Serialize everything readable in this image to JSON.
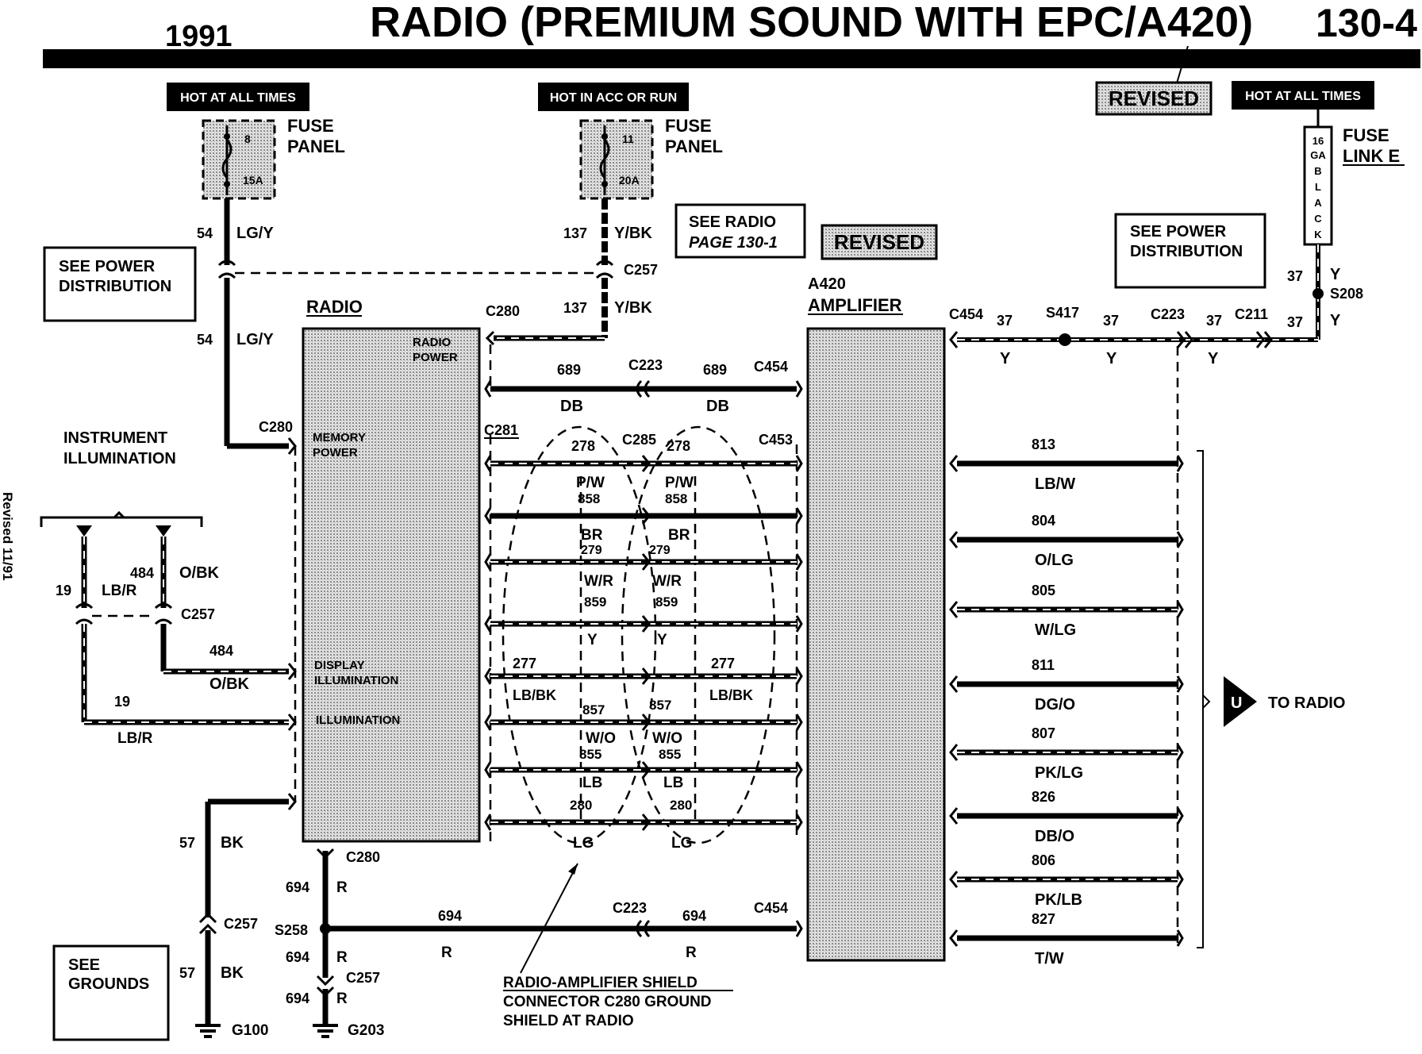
{
  "header": {
    "year": "1991",
    "title": "RADIO (PREMIUM SOUND WITH EPC/A420)",
    "page": "130-4",
    "revised_tag": "REVISED",
    "revised_tag_2": "REVISED",
    "side_note": "Revised 11/91"
  },
  "power": {
    "hot_all_times_1": "HOT AT ALL TIMES",
    "hot_acc_run": "HOT IN ACC OR RUN",
    "hot_all_times_2": "HOT AT ALL TIMES",
    "fuse1_num": "8",
    "fuse1_amp": "15A",
    "fuse2_num": "11",
    "fuse2_amp": "20A",
    "fuse_panel_1": "FUSE",
    "fuse_panel_2": "PANEL",
    "fuse_link_1": "FUSE",
    "fuse_link_2": "LINK E",
    "fuse_link_gauge": [
      "16",
      "GA",
      "B",
      "L",
      "A",
      "C",
      "K"
    ]
  },
  "boxes": {
    "see_power_dist_1a": "SEE POWER",
    "see_power_dist_1b": "DISTRIBUTION",
    "see_radio_a": "SEE RADIO",
    "see_radio_b": "PAGE 130-1",
    "see_power_dist_2a": "SEE POWER",
    "see_power_dist_2b": "DISTRIBUTION",
    "see_grounds_a": "SEE",
    "see_grounds_b": "GROUNDS"
  },
  "components": {
    "radio": "RADIO",
    "radio_power_a": "RADIO",
    "radio_power_b": "POWER",
    "memory_power_a": "MEMORY",
    "memory_power_b": "POWER",
    "display_illum_a": "DISPLAY",
    "display_illum_b": "ILLUMINATION",
    "illumination": "ILLUMINATION",
    "amp_a": "A420",
    "amp_b": "AMPLIFIER",
    "instr_illum_a": "INSTRUMENT",
    "instr_illum_b": "ILLUMINATION",
    "to_radio": "TO RADIO",
    "to_radio_marker": "U",
    "shield_a": "RADIO-AMPLIFIER SHIELD",
    "shield_b": "CONNECTOR C280 GROUND",
    "shield_c": "SHIELD AT RADIO"
  },
  "connectors": {
    "c257": "C257",
    "c280": "C280",
    "c223": "C223",
    "c454": "C454",
    "c281": "C281",
    "c285": "C285",
    "c453": "C453",
    "c211": "C211",
    "s417": "S417",
    "s208": "S208",
    "s258": "S258",
    "g100": "G100",
    "g203": "G203"
  },
  "wires": {
    "w54": "54",
    "lgy": "LG/Y",
    "w137": "137",
    "ybk": "Y/BK",
    "w37": "37",
    "y": "Y",
    "w689": "689",
    "db": "DB",
    "w278": "278",
    "pw": "P/W",
    "w858": "858",
    "br": "BR",
    "w279": "279",
    "wr": "W/R",
    "w859": "859",
    "w277": "277",
    "lbbk": "LB/BK",
    "w857": "857",
    "wo": "W/O",
    "w855": "855",
    "lb": "LB",
    "w280": "280",
    "lg": "LG",
    "w19": "19",
    "lbr": "LB/R",
    "w484": "484",
    "obk": "O/BK",
    "w57": "57",
    "bk": "BK",
    "w694": "694",
    "r": "R"
  },
  "speaker_wires": [
    {
      "num": "813",
      "color": "LB/W"
    },
    {
      "num": "804",
      "color": "O/LG"
    },
    {
      "num": "805",
      "color": "W/LG"
    },
    {
      "num": "811",
      "color": "DG/O"
    },
    {
      "num": "807",
      "color": "PK/LG"
    },
    {
      "num": "826",
      "color": "DB/O"
    },
    {
      "num": "806",
      "color": "PK/LB"
    },
    {
      "num": "827",
      "color": "T/W"
    }
  ]
}
